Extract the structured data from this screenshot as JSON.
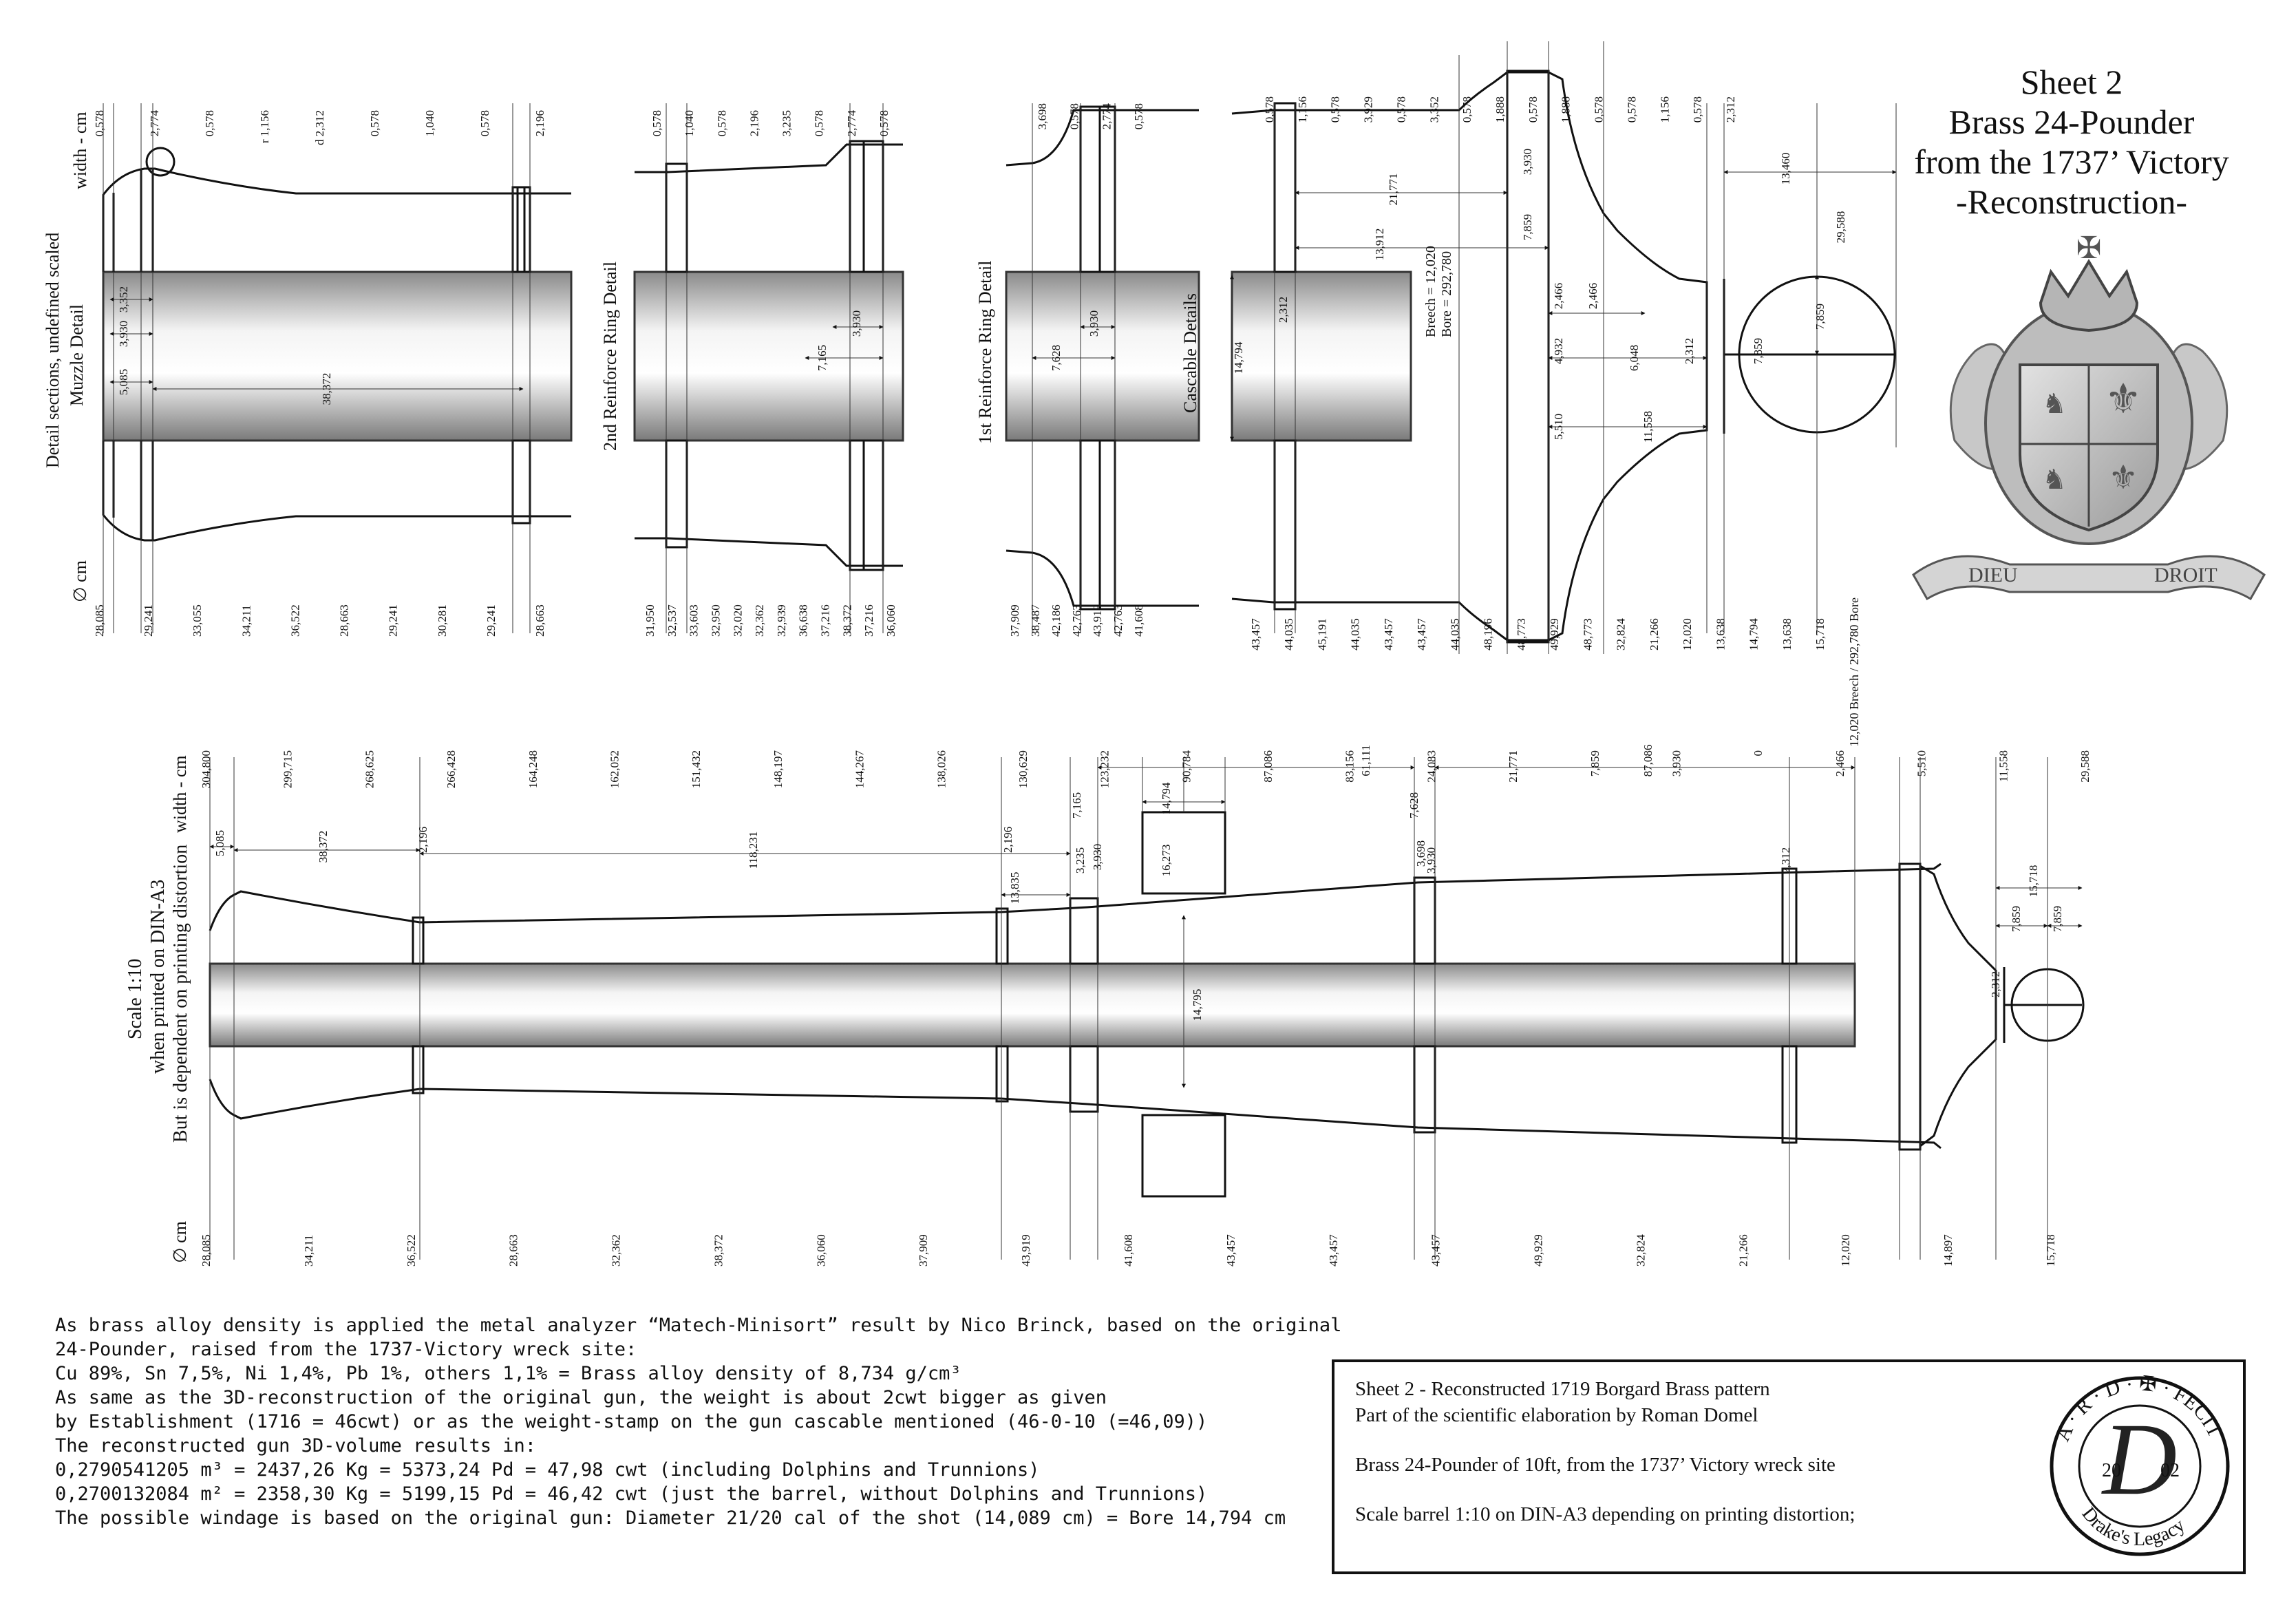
{
  "title": {
    "lines": [
      "Sheet 2",
      "Brass 24-Pounder",
      "from the 1737’ Victory",
      "-Reconstruction-"
    ]
  },
  "emblem": {
    "motto_left": "DIEU",
    "motto_right": "DROIT",
    "icon": "royal-coat-of-arms-icon"
  },
  "labels": {
    "width_cm": "width - cm",
    "diameter_cm": "∅ cm",
    "detail_sections": "Detail sections, undefined scaled",
    "muzzle_detail": "Muzzle Detail",
    "reinforce2_detail": "2nd Reinforce Ring Detail",
    "reinforce1_detail": "1st Reinforce Ring Detail",
    "cascable_details": "Cascable Details",
    "breech": "Breech = 12,020",
    "bore": "Bore = 292,780",
    "breech_bore_combined": "12,020 Breech / 292,780 Bore",
    "scale_1": "Scale 1:10",
    "scale_2": "when printed on DIN-A3",
    "scale_3": "But is dependent on printing distortion"
  },
  "dimensions": {
    "muzzle": {
      "top": [
        "0,578",
        "2,774",
        "0,578",
        "r 1,156",
        "d 2,312",
        "0,578",
        "1,040",
        "0,578",
        "2,196"
      ],
      "inner": [
        "3,352",
        "3,930",
        "5,085",
        "38,372"
      ],
      "bottom": [
        "28,085",
        "29,241",
        "33,055",
        "34,211",
        "36,522",
        "28,663",
        "29,241",
        "30,281",
        "29,241",
        "28,663"
      ]
    },
    "reinforce2": {
      "top": [
        "0,578",
        "1,040",
        "0,578",
        "2,196",
        "3,235",
        "0,578",
        "2,774",
        "0,578"
      ],
      "inner": [
        "3,930",
        "7,165"
      ],
      "bottom": [
        "31,950",
        "32,537",
        "33,603",
        "32,950",
        "32,020",
        "32,362",
        "32,939",
        "36,638",
        "37,216",
        "38,372",
        "37,216",
        "36,060"
      ]
    },
    "reinforce1": {
      "top": [
        "3,698",
        "0,578",
        "2,774",
        "0,578"
      ],
      "inner": [
        "3,930",
        "7,628"
      ],
      "bottom": [
        "37,909",
        "38,487",
        "42,186",
        "42,763",
        "43,919",
        "42,763",
        "41,608"
      ]
    },
    "cascable": {
      "top": [
        "0,578",
        "1,156",
        "0,578",
        "3,929",
        "0,578",
        "3,352",
        "0,578",
        "1,888",
        "0,578",
        "1,888",
        "0,578",
        "0,578",
        "1,156",
        "0,578",
        "2,312"
      ],
      "inner": [
        "21,771",
        "3,930",
        "13,912",
        "7,859",
        "2,312",
        "14,794",
        "2,466",
        "2,466",
        "4,932",
        "6,048",
        "5,510",
        "11,558",
        "2,312",
        "7,859",
        "7,859",
        "13,460",
        "29,588"
      ],
      "bottom": [
        "43,457",
        "44,035",
        "45,191",
        "44,035",
        "43,457",
        "43,457",
        "44,035",
        "48,196",
        "48,773",
        "49,929",
        "48,773",
        "32,824",
        "21,266",
        "12,020",
        "13,638",
        "14,794",
        "13,638",
        "15,718"
      ]
    },
    "main_top": [
      "304,800",
      "299,715",
      "268,625",
      "266,428",
      "164,248",
      "162,052",
      "151,432",
      "148,197",
      "144,267",
      "138,026",
      "130,629",
      "123,232",
      "90,784",
      "87,086",
      "83,156",
      "24,083",
      "21,771",
      "7,859",
      "3,930",
      "0",
      "2,466",
      "5,510",
      "11,558",
      "29,588"
    ],
    "main_inner": [
      "61,111",
      "87,086",
      "5,085",
      "38,372",
      "118,231",
      "2,196",
      "2,196",
      "7,165",
      "3,235",
      "3,930",
      "13,835",
      "14,794",
      "16,273",
      "7,628",
      "3,698",
      "3,930",
      "2,312",
      "14,795",
      "15,718",
      "7,859",
      "7,859",
      "2,312"
    ],
    "main_bottom": [
      "28,085",
      "34,211",
      "36,522",
      "28,663",
      "32,362",
      "38,372",
      "36,060",
      "37,909",
      "43,919",
      "41,608",
      "43,457",
      "43,457",
      "43,457",
      "49,929",
      "32,824",
      "21,266",
      "12,020",
      "14,897",
      "15,718"
    ]
  },
  "notes": [
    "As brass alloy density is applied the metal analyzer “Matech-Minisort” result by Nico Brinck, based on the original",
    "24-Pounder, raised from the 1737-Victory wreck site:",
    "Cu 89%, Sn 7,5%, Ni 1,4%, Pb 1%, others 1,1% = Brass alloy density of 8,734 g/cm³",
    "",
    "As same as the 3D-reconstruction of the original gun, the weight is about 2cwt bigger as given",
    "by Establishment (1716 = 46cwt) or as the weight-stamp on the gun cascable mentioned (46-0-10 (=46,09))",
    "The reconstructed gun 3D-volume results in:",
    "0,2790541205 m³ = 2437,26 Kg = 5373,24 Pd = 47,98 cwt (including Dolphins and Trunnions)",
    "0,2700132084 m² = 2358,30 Kg = 5199,15 Pd = 46,42 cwt (just the barrel, without Dolphins and Trunnions)",
    "",
    "The possible windage is based on the original gun: Diameter 21/20 cal of the shot (14,089 cm) = Bore 14,794 cm"
  ],
  "info_box": {
    "lines": [
      "Sheet 2 - Reconstructed 1719 Borgard Brass pattern",
      "Part of the scientific elaboration by Roman Domel",
      "",
      "Brass 24-Pounder of 10ft, from the 1737’ Victory wreck site",
      "",
      "Scale barrel 1:10 on DIN-A3 depending on printing distortion;"
    ],
    "seal": {
      "top_text": "A · R · D · ✠ · FECIT",
      "year_left": "20",
      "year_right": "02",
      "bottom_text": "Drake's Legacy",
      "monogram": "D",
      "icon": "drakes-legacy-seal-icon"
    }
  }
}
